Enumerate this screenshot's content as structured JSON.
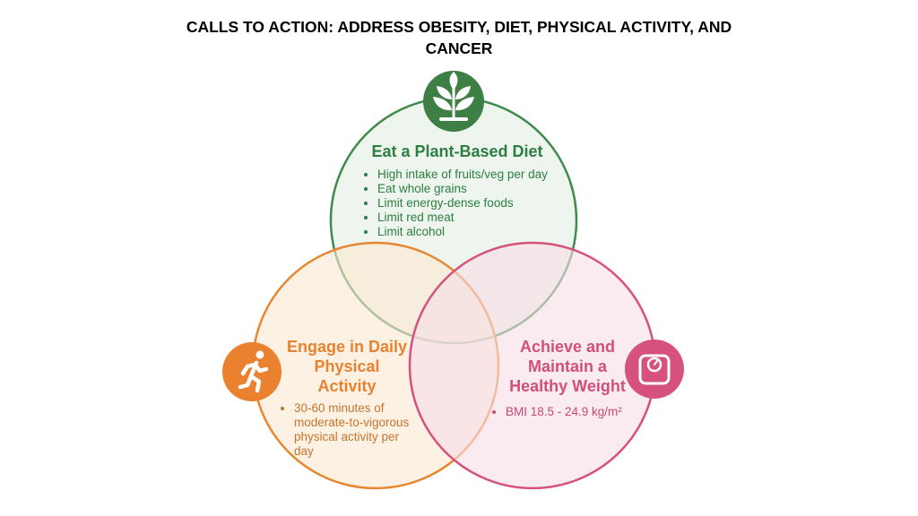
{
  "title_line1": "CALLS TO ACTION: ADDRESS OBESITY, DIET, PHYSICAL ACTIVITY, AND",
  "title_line2": "CANCER",
  "colors": {
    "green": "#2e7d42",
    "orange": "#e8822f",
    "pink": "#d24f79"
  },
  "diet": {
    "icon": "plant-icon",
    "heading": "Eat a Plant-Based Diet",
    "items": [
      "High intake of fruits/veg per day",
      "Eat whole grains",
      "Limit energy-dense foods",
      "Limit red meat",
      "Limit alcohol"
    ]
  },
  "activity": {
    "icon": "running-person-icon",
    "heading_lines": [
      "Engage in Daily",
      "Physical",
      "Activity"
    ],
    "items": [
      "30-60 minutes of moderate-to-vigorous physical activity per day"
    ]
  },
  "weight": {
    "icon": "scale-icon",
    "heading_lines": [
      "Achieve and",
      "Maintain a",
      "Healthy Weight"
    ],
    "items": [
      "BMI 18.5 - 24.9 kg/m²"
    ]
  }
}
